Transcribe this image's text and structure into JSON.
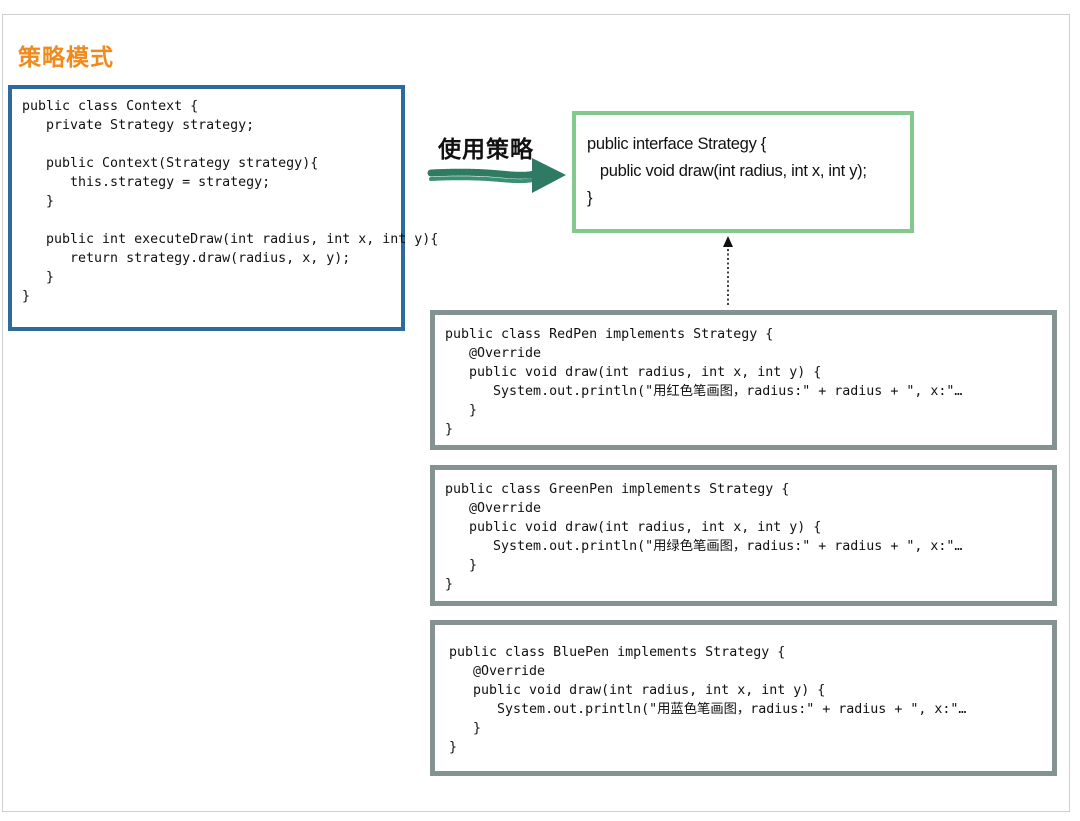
{
  "page": {
    "title": "策略模式"
  },
  "context": {
    "lines": [
      "public class Context {",
      "   private Strategy strategy;",
      "",
      "   public Context(Strategy strategy){",
      "      this.strategy = strategy;",
      "   }",
      "",
      "   public int executeDraw(int radius, int x, int y){",
      "      return strategy.draw(radius, x, y);",
      "   }",
      "}"
    ]
  },
  "uses_arrow": {
    "label": "使用策略"
  },
  "interface": {
    "lines": [
      "public interface Strategy {",
      "   public void draw(int radius, int x, int y);",
      "}"
    ]
  },
  "red_pen": {
    "lines": [
      "public class RedPen implements Strategy {",
      "   @Override",
      "   public void draw(int radius, int x, int y) {",
      "      System.out.println(\"用红色笔画图，radius:\" + radius + \", x:\"…",
      "   }",
      "}"
    ]
  },
  "green_pen": {
    "lines": [
      "public class GreenPen implements Strategy {",
      "   @Override",
      "   public void draw(int radius, int x, int y) {",
      "      System.out.println(\"用绿色笔画图，radius:\" + radius + \", x:\"…",
      "   }",
      "}"
    ]
  },
  "blue_pen": {
    "lines": [
      "public class BluePen implements Strategy {",
      "   @Override",
      "   public void draw(int radius, int x, int y) {",
      "      System.out.println(\"用蓝色笔画图，radius:\" + radius + \", x:\"…",
      "   }",
      "}"
    ]
  },
  "colors": {
    "title": "#f08a1c",
    "context_border": "#2f6a9f",
    "interface_border": "#82c98b",
    "pen_border": "#849292",
    "uses_arrow": "#2e7a63"
  }
}
